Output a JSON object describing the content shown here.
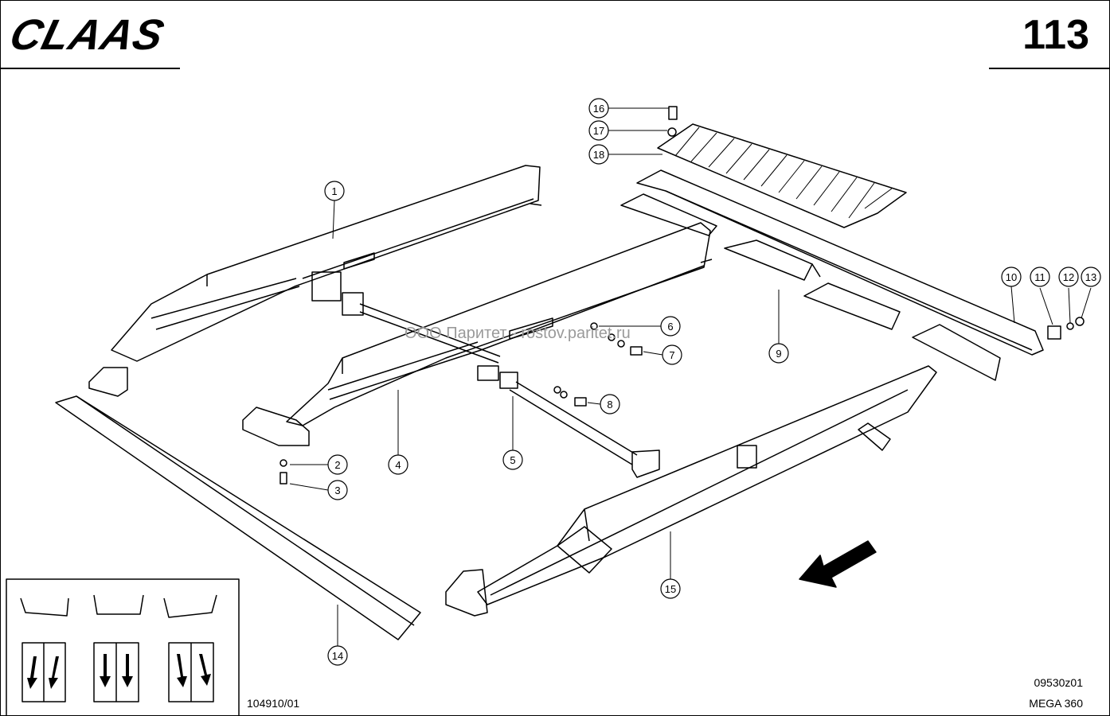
{
  "header": {
    "brand": "CLAAS",
    "page_number": "113"
  },
  "watermark": "ООО Паритет - rostov.paritet.ru",
  "footer": {
    "inset_ref": "104910/01",
    "figure_ref": "09530z01",
    "model": "MEGA 360"
  },
  "callouts": [
    "1",
    "2",
    "3",
    "4",
    "5",
    "6",
    "7",
    "8",
    "9",
    "10",
    "11",
    "12",
    "13",
    "14",
    "15",
    "16",
    "17",
    "18"
  ]
}
